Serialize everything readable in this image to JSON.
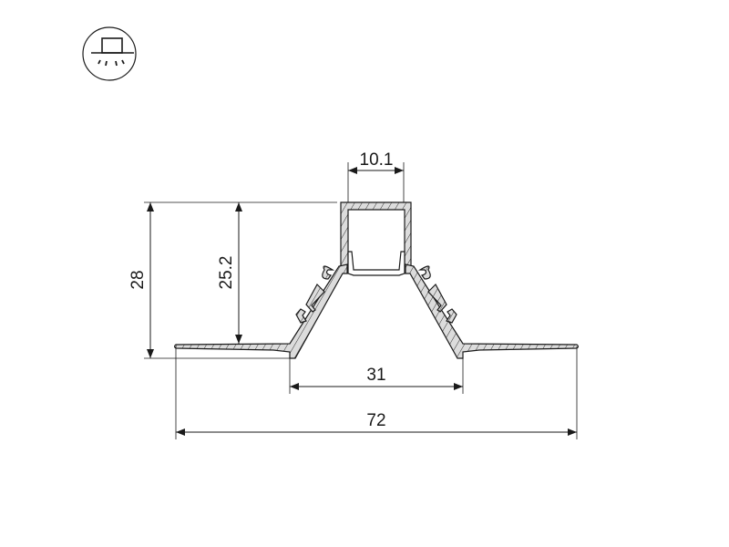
{
  "icon": {
    "name": "ceiling-downlight-icon"
  },
  "dimensions": {
    "top_width": "10.1",
    "total_height": "28",
    "channel_height": "25.2",
    "opening_width": "31",
    "total_width": "72"
  },
  "colors": {
    "line": "#1a1a1a",
    "fill": "#d9d9d9"
  }
}
